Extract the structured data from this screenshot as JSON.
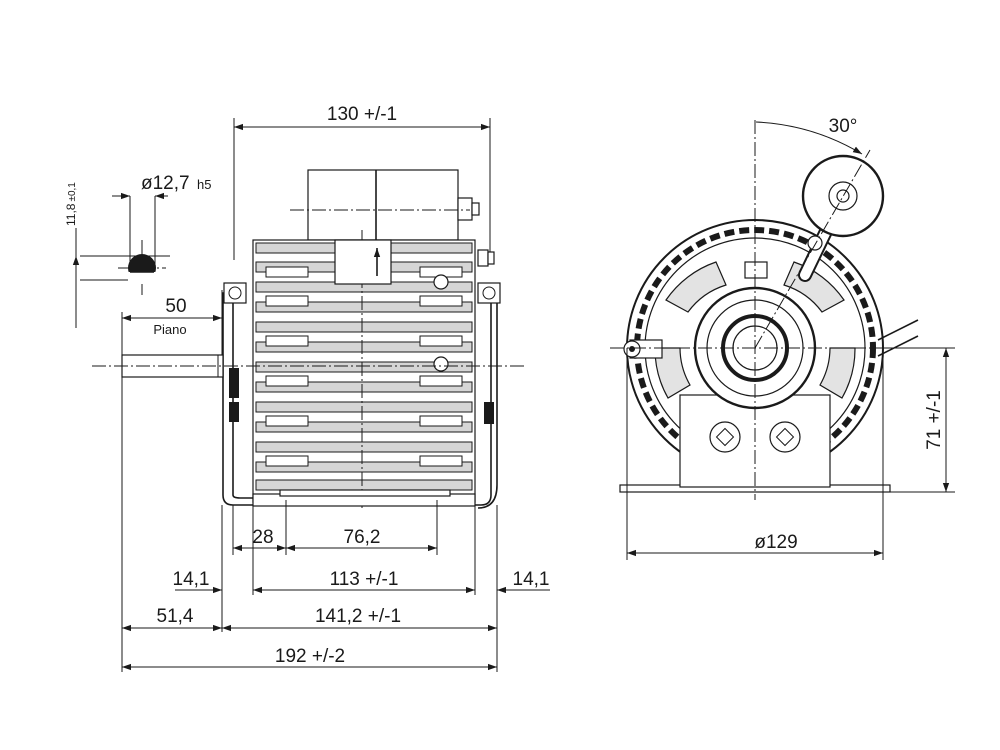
{
  "dimensions": {
    "overall_body_length": "130 +/-1",
    "shaft_diameter": "ø12,7",
    "shaft_tolerance": "h5",
    "flat_height": "11,8",
    "flat_tolerance": "±0,1",
    "shaft_extension": "50",
    "shaft_flat_label": "Piano",
    "offset_28": "28",
    "mount_spacing": "76,2",
    "left_foot": "14,1",
    "inner_length": "113 +/-1",
    "right_foot": "14,1",
    "shaft_to_bracket": "51,4",
    "bracket_length": "141,2 +/-1",
    "total_length": "192 +/-2",
    "diameter": "ø129",
    "shaft_height": "71 +/-1",
    "arm_angle": "30°"
  }
}
